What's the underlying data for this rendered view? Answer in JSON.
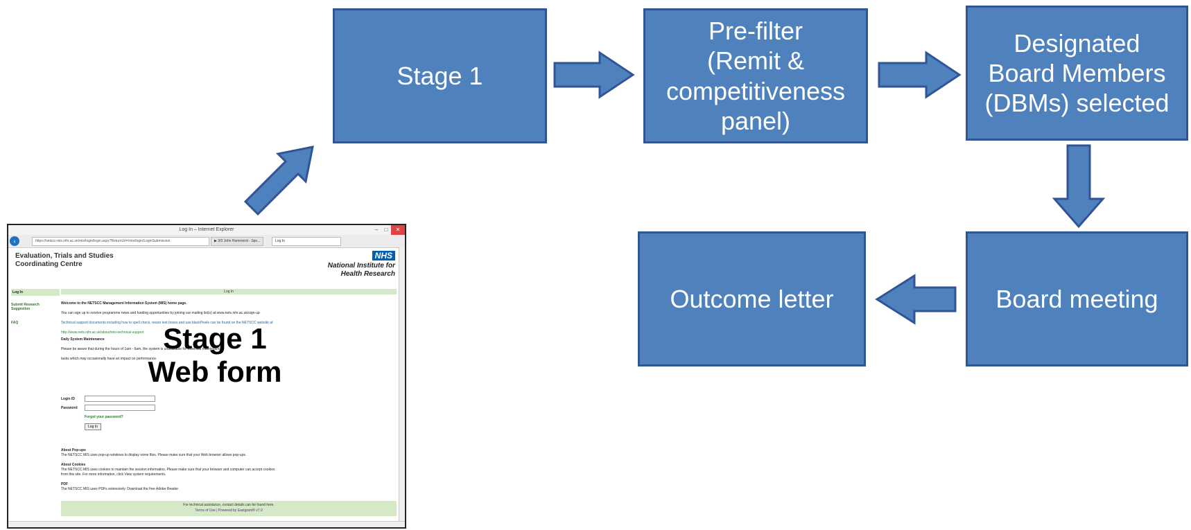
{
  "nodes": {
    "stage1": "Stage 1",
    "prefilter": "Pre-filter\n(Remit &\ncompetitiveness\npanel)",
    "dbms": "Designated\nBoard Members\n(DBMs) selected",
    "board_meeting": "Board meeting",
    "outcome_letter": "Outcome letter"
  },
  "overlay_label": "Stage 1\nWeb form",
  "screenshot": {
    "window_title": "Log In – Internet Explorer",
    "url": "https://netscc-mis.nihr.ac.uk/mis/login/login.aspx?ReturnUrl=/mis/login/LoginSubmission",
    "tabs": [
      "▶ 3/3 John Hammond - Spo...",
      "Log In"
    ],
    "org_name": "Evaluation, Trials and Studies\nCoordinating Centre",
    "nhs_logo": "NHS",
    "nihr_name": "National Institute for\nHealth Research",
    "top_bar": "Log In",
    "sidebar": [
      "Log In",
      "Submit Research Suggestion",
      "FAQ"
    ],
    "content": {
      "welcome": "Welcome to the NETSCC Management Information System (MIS) home page.",
      "signup": "You can sign up to receive programme news and funding opportunities by joining our mailing list(s) at www.nets.nihr.ac.uk/sign-up",
      "tech_support": "Technical support documents including how to spell check, resize text boxes and use blackPixels can be found on the NETSCC website at",
      "tech_url": "http://www.nets.nihr.ac.uk/about/mis-technical-support",
      "daily_heading": "Daily System Maintenance",
      "daily_text": "Please be aware that during the hours of 1am - 6am, the system is unavailable for essential maintenance",
      "daily_text2": "tasks which may occasionally have an impact on performance."
    },
    "login": {
      "login_id_label": "Login ID",
      "password_label": "Password",
      "forgot": "Forgot your password?",
      "button": "Log In"
    },
    "about": {
      "popups_heading": "About Pop-ups",
      "popups_text": "The NETSCC MIS uses pop-up windows to display some files. Please make sure that your Web browser allows pop-ups.",
      "cookies_heading": "About Cookies",
      "cookies_text": "The NETSCC MIS uses cookies to maintain the session information. Please make sure that your browser and computer can accept cookies",
      "cookies_text2": "from this site. For more information, click View system requirements.",
      "pdf_heading": "PDF",
      "pdf_text": "The NETSCC MIS uses PDFs extensively. Download the free Adobe Reader"
    },
    "footer": {
      "line1": "For technical assistance, contact details can be found here.",
      "line2": "Terms of Use | Powered by Eastgrant® v7.0"
    }
  },
  "colors": {
    "box_fill": "#4f81bd",
    "box_border": "#2f5597"
  }
}
